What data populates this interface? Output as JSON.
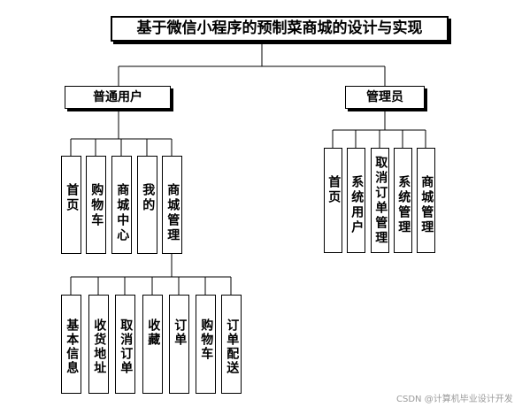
{
  "title": "基于微信小程序的预制菜商城的设计与实现",
  "groups": {
    "user": {
      "label": "普通用户",
      "items": [
        "首页",
        "购物车",
        "商城中心",
        "我的",
        "商城管理"
      ],
      "mall_management": {
        "items": [
          "基本信息",
          "收货地址",
          "取消订单",
          "收藏",
          "订单",
          "购物车",
          "订单配送"
        ]
      }
    },
    "admin": {
      "label": "管理员",
      "items": [
        "首页",
        "系统用户",
        "取消订单管理",
        "系统管理",
        "商城管理"
      ]
    }
  },
  "watermark": "CSDN @计算机毕业设计开发"
}
